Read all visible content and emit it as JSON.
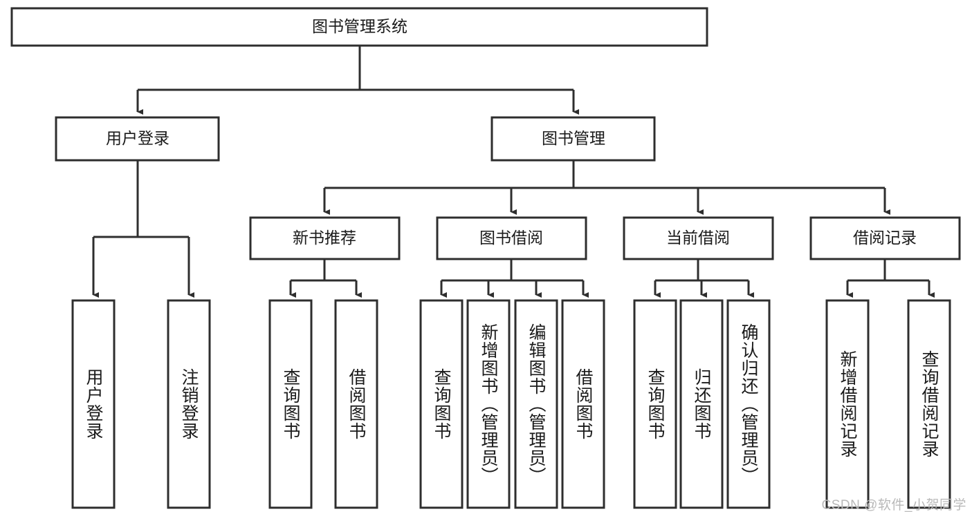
{
  "diagram": {
    "type": "tree-hierarchy",
    "title": "图书管理系统",
    "watermark": "CSDN @软件_小贺同学",
    "colors": {
      "stroke": "#2e2e2e",
      "fill": "#ffffff",
      "text": "#1a1a1a",
      "watermark": "#b9b9b9"
    },
    "nodes": {
      "root": {
        "label": "图书管理系统"
      },
      "level2": [
        {
          "label": "用户登录"
        },
        {
          "label": "图书管理"
        }
      ],
      "level3": [
        {
          "label": "新书推荐"
        },
        {
          "label": "图书借阅"
        },
        {
          "label": "当前借阅"
        },
        {
          "label": "借阅记录"
        }
      ],
      "leaves": {
        "user_login": [
          {
            "label": "用户登录"
          },
          {
            "label": "注销登录"
          }
        ],
        "new_book": [
          {
            "label": "查询图书"
          },
          {
            "label": "借阅图书"
          }
        ],
        "book_borrow": [
          {
            "label": "查询图书"
          },
          {
            "label": "新增图书（管理员）"
          },
          {
            "label": "编辑图书（管理员）"
          },
          {
            "label": "借阅图书"
          }
        ],
        "current_borrow": [
          {
            "label": "查询图书"
          },
          {
            "label": "归还图书"
          },
          {
            "label": "确认归还（管理员）"
          }
        ],
        "borrow_record": [
          {
            "label": "新增借阅记录"
          },
          {
            "label": "查询借阅记录"
          }
        ]
      }
    }
  }
}
